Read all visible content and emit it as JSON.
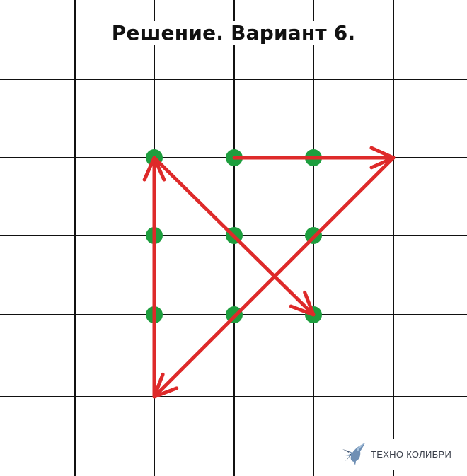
{
  "title": "Решение. Вариант 6.",
  "watermark": {
    "text": "ТЕХНО КОЛИБРИ",
    "logo_icon": "hummingbird-icon"
  },
  "colors": {
    "grid": "#111111",
    "dot": "#1e9e3e",
    "arrow": "#de2a2a",
    "background": "#ffffff"
  },
  "puzzle": {
    "dots": [
      {
        "col": 2,
        "row": 2
      },
      {
        "col": 3,
        "row": 2
      },
      {
        "col": 4,
        "row": 2
      },
      {
        "col": 2,
        "row": 3
      },
      {
        "col": 3,
        "row": 3
      },
      {
        "col": 4,
        "row": 3
      },
      {
        "col": 2,
        "row": 4
      },
      {
        "col": 3,
        "row": 4
      },
      {
        "col": 4,
        "row": 4
      }
    ],
    "path": [
      {
        "from": {
          "col": 3,
          "row": 2
        },
        "to": {
          "col": 5,
          "row": 2
        }
      },
      {
        "from": {
          "col": 5,
          "row": 2
        },
        "to": {
          "col": 2,
          "row": 5
        }
      },
      {
        "from": {
          "col": 2,
          "row": 5
        },
        "to": {
          "col": 2,
          "row": 2
        }
      },
      {
        "from": {
          "col": 2,
          "row": 2
        },
        "to": {
          "col": 4,
          "row": 4
        }
      }
    ]
  }
}
